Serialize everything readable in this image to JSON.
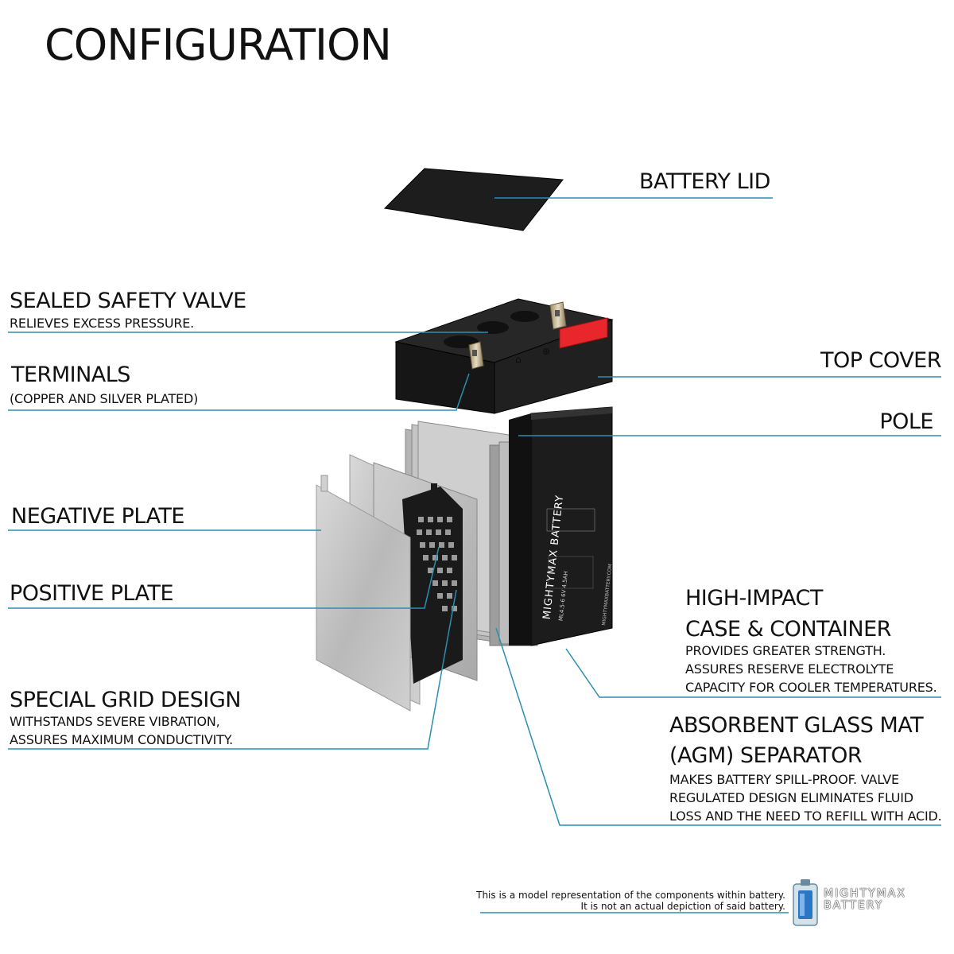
{
  "title": "CONFIGURATION",
  "callouts": {
    "battery_lid": {
      "label": "BATTERY LID"
    },
    "sealed_safety_valve": {
      "label": "SEALED SAFETY VALVE",
      "description": "RELIEVES EXCESS PRESSURE."
    },
    "terminals": {
      "label": "TERMINALS",
      "description": "(COPPER AND SILVER PLATED)"
    },
    "top_cover": {
      "label": "TOP COVER"
    },
    "pole": {
      "label": "POLE"
    },
    "negative_plate": {
      "label": "NEGATIVE PLATE"
    },
    "positive_plate": {
      "label": "POSITIVE PLATE"
    },
    "high_impact_case": {
      "label_line1": "HIGH-IMPACT",
      "label_line2": "CASE & CONTAINER",
      "description": [
        "PROVIDES GREATER STRENGTH.",
        "ASSURES RESERVE ELECTROLYTE",
        "CAPACITY FOR COOLER TEMPERATURES."
      ]
    },
    "special_grid": {
      "label": "SPECIAL GRID DESIGN",
      "description": [
        "WITHSTANDS SEVERE VIBRATION,",
        "ASSURES MAXIMUM CONDUCTIVITY."
      ]
    },
    "agm_separator": {
      "label_line1": "ABSORBENT GLASS MAT",
      "label_line2": "(AGM) SEPARATOR",
      "description": [
        "MAKES BATTERY SPILL-PROOF. VALVE",
        "REGULATED DESIGN ELIMINATES FLUID",
        "LOSS AND THE NEED TO REFILL WITH ACID."
      ]
    }
  },
  "battery_case_text": {
    "brand": "MIGHTYMAX BATTERY",
    "model": "ML4.5-6 6V 4.5AH",
    "website": "MIGHTYMAXBATTERY.COM"
  },
  "footer": {
    "disclaimer_line1": "This is a model representation of the components within battery.",
    "disclaimer_line2": "It is not an actual depiction of said battery.",
    "brand_line1": "MIGHTYMAX",
    "brand_line2": "BATTERY"
  },
  "colors": {
    "leader_line": "#2a8fae",
    "text": "#111111",
    "battery_body": "#1c1c1c",
    "valve_cap": "#e8262b",
    "plate": "#c7c7c7"
  }
}
